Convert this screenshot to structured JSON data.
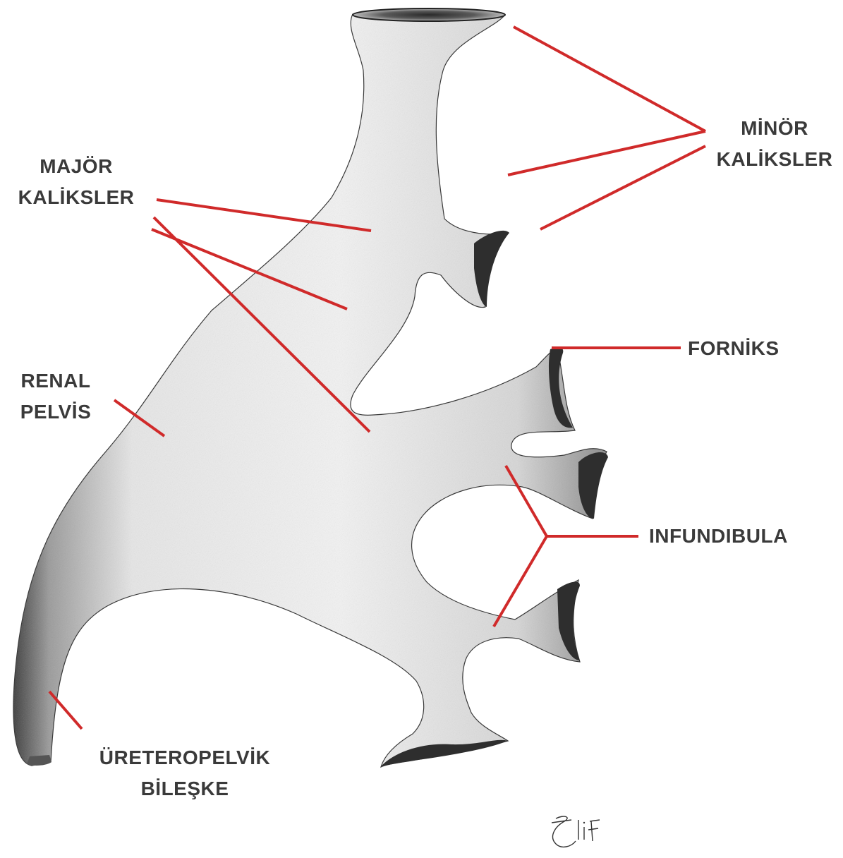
{
  "labels": {
    "minor": [
      "MİNÖR",
      "KALİKSLER"
    ],
    "major": [
      "MAJÖR",
      "KALİKSLER"
    ],
    "renal": [
      "RENAL",
      "PELVİS"
    ],
    "forniks": "FORNİKS",
    "infundibula": "INFUNDIBULA",
    "ureteropelvik": [
      "ÜRETEROPELVİK",
      "BİLEŞKE"
    ]
  },
  "signature": "Elif",
  "colors": {
    "leader_line": "#d02a2a",
    "label_text": "#3a3a3a",
    "structure_fill": "#eeeeee",
    "structure_shadow": "#4a4a4a",
    "background": "#ffffff"
  }
}
